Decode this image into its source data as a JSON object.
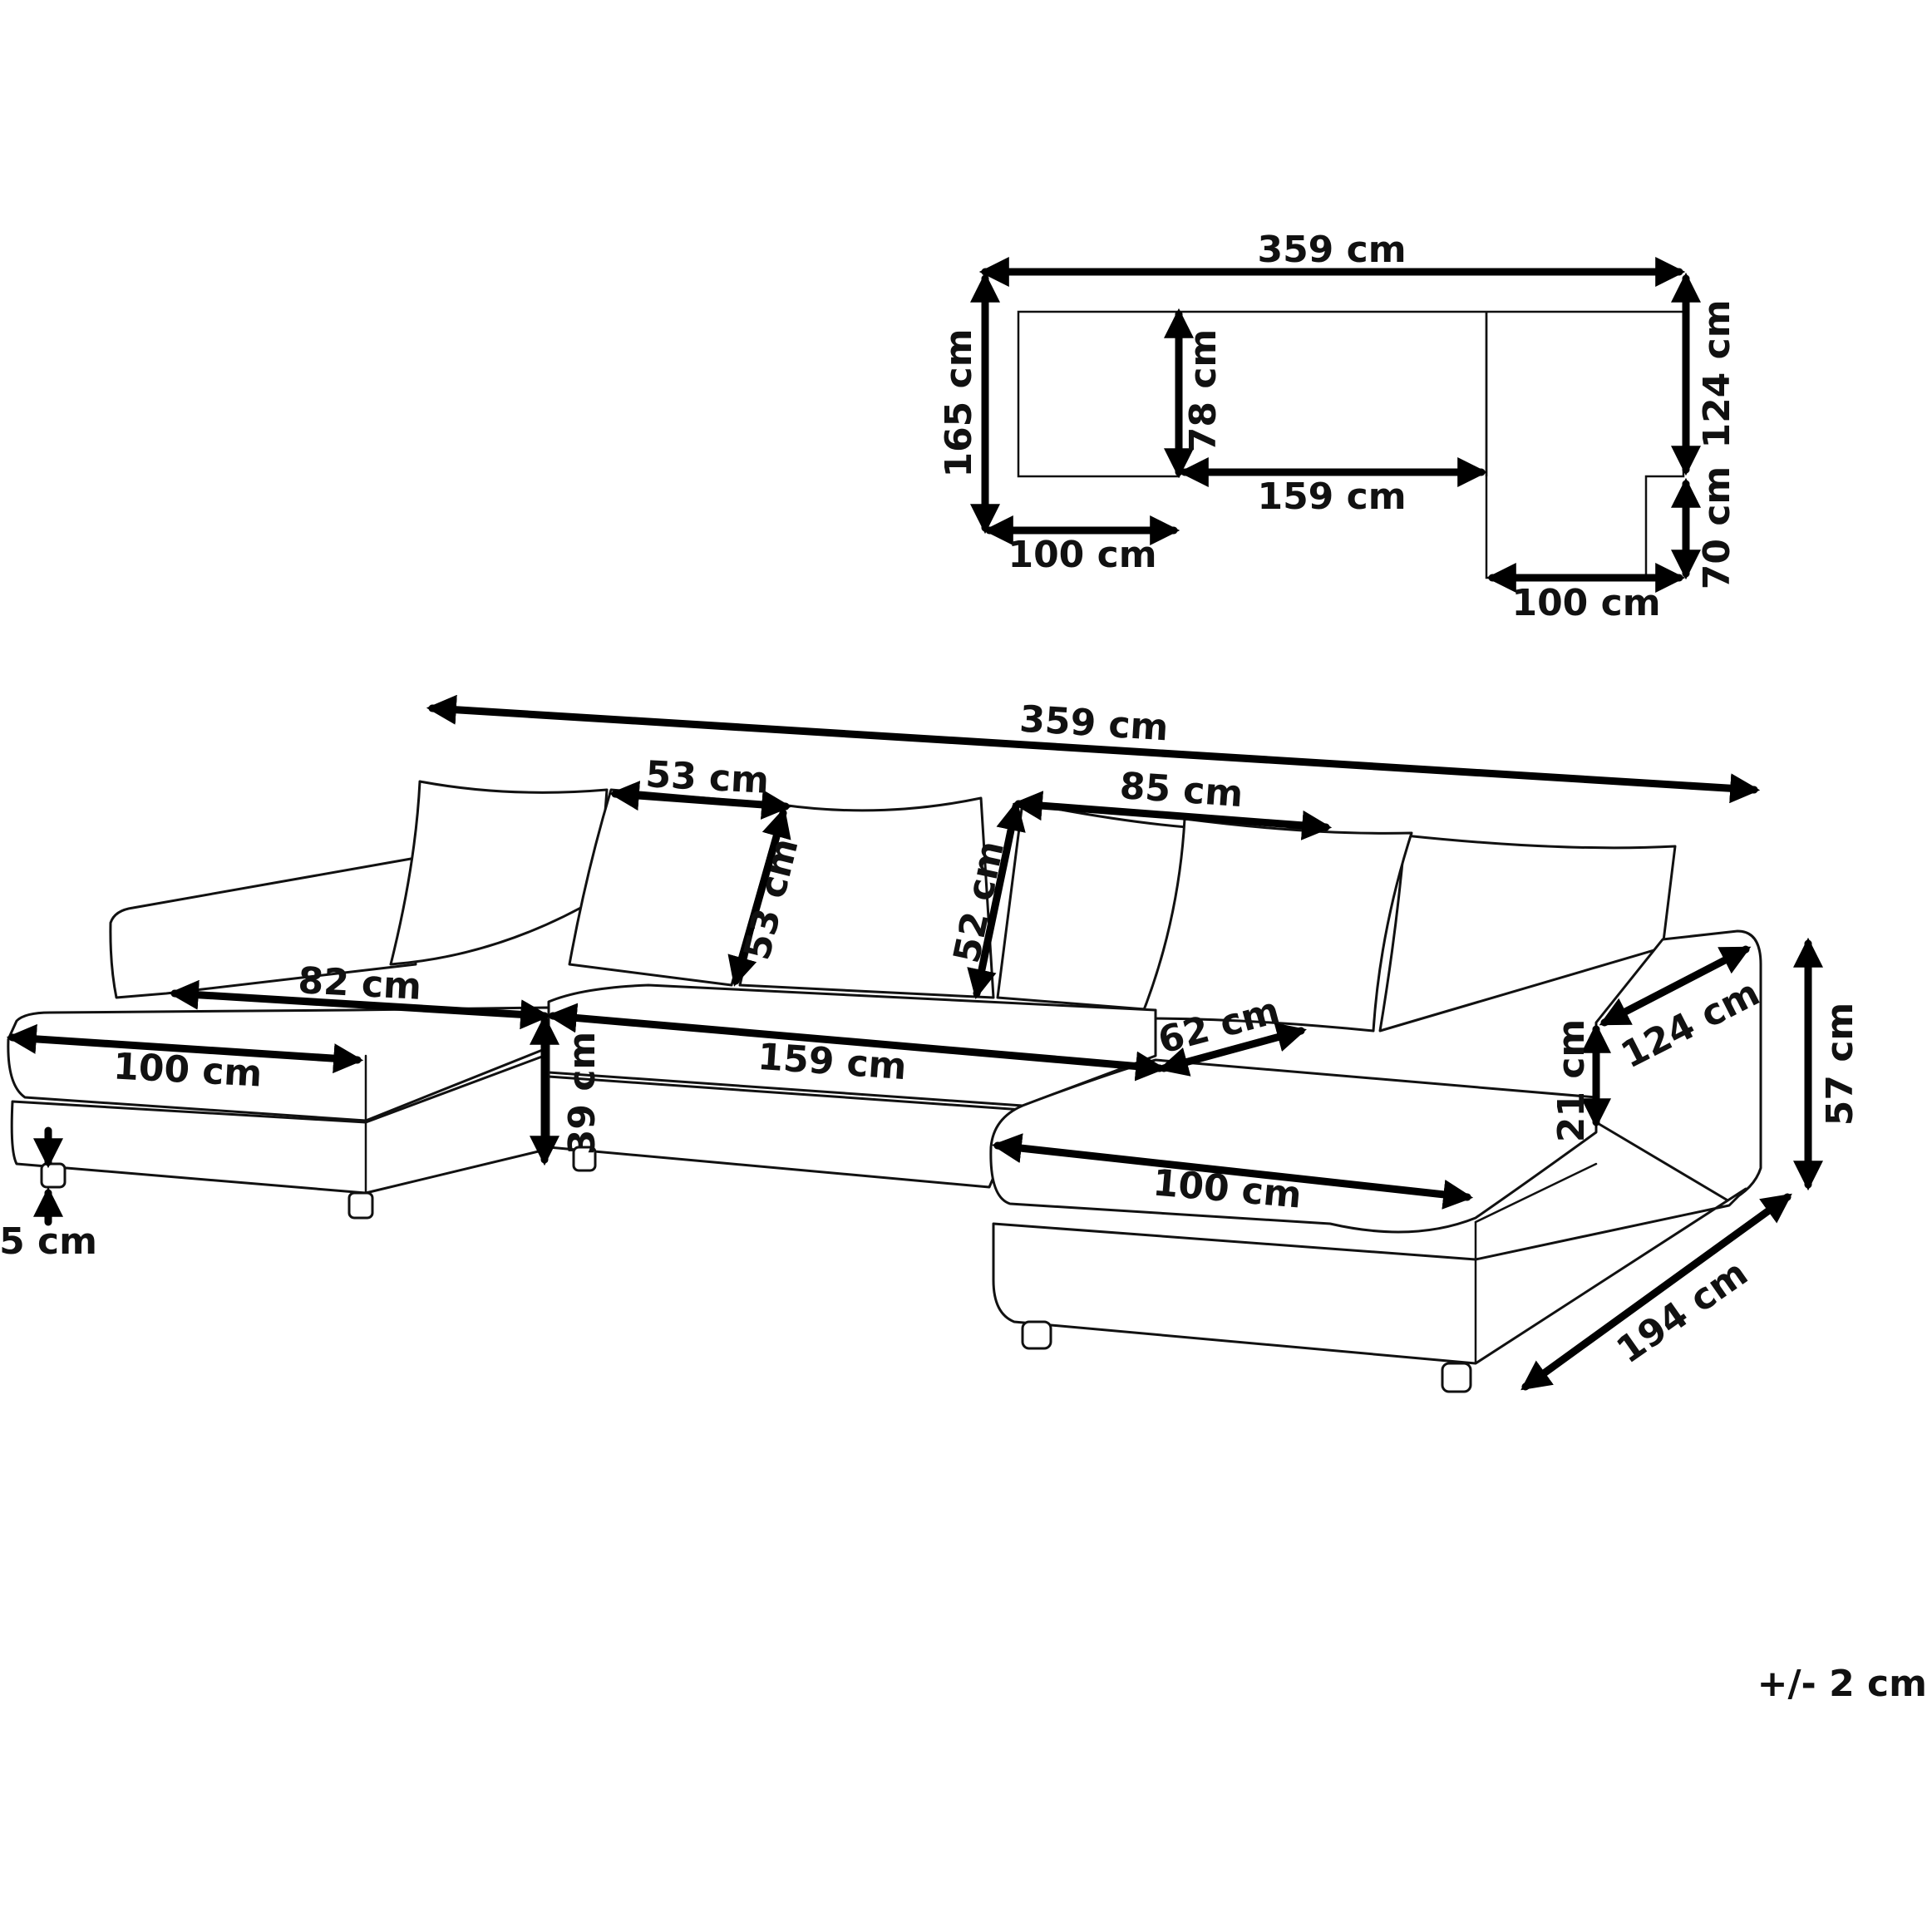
{
  "plan": {
    "width_total": "359 cm",
    "height_left": "165 cm",
    "inner_depth": "78 cm",
    "inner_width": "159 cm",
    "left_chaise_width": "100 cm",
    "right_back_depth": "124 cm",
    "right_chaise_extension": "70 cm",
    "right_chaise_width": "100 cm"
  },
  "view": {
    "width_total": "359 cm",
    "small_cushion_width": "53 cm",
    "small_cushion_height": "53 cm",
    "large_cushion_width": "85 cm",
    "large_cushion_height": "52 cm",
    "left_seat_depth": "82 cm",
    "left_chaise_width": "100 cm",
    "middle_seat_width": "159 cm",
    "right_seat_depth": "62 cm",
    "right_chaise_width": "100 cm",
    "seat_height": "39 cm",
    "leg_height": "5 cm",
    "arm_height": "21 cm",
    "right_chaise_length": "124 cm",
    "total_height": "57 cm",
    "total_depth": "194 cm"
  },
  "tolerance": "+/- 2 cm",
  "style": {
    "line_color": "#111111",
    "background": "#ffffff"
  }
}
